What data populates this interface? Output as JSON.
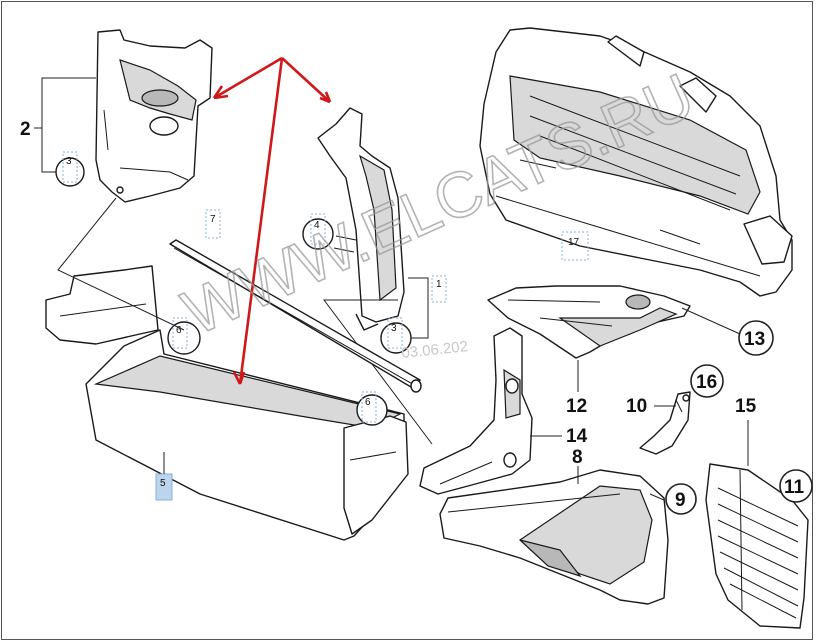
{
  "diagram": {
    "watermark_text": "WWW.ELCATS.RU",
    "date_stamp": "03.06.202",
    "bold_callouts": [
      "2",
      "13",
      "12",
      "16",
      "15",
      "10",
      "14",
      "8",
      "9",
      "11"
    ],
    "small_tags": [
      "3",
      "4",
      "3",
      "6",
      "6",
      "7",
      "5",
      "1",
      "17"
    ]
  }
}
